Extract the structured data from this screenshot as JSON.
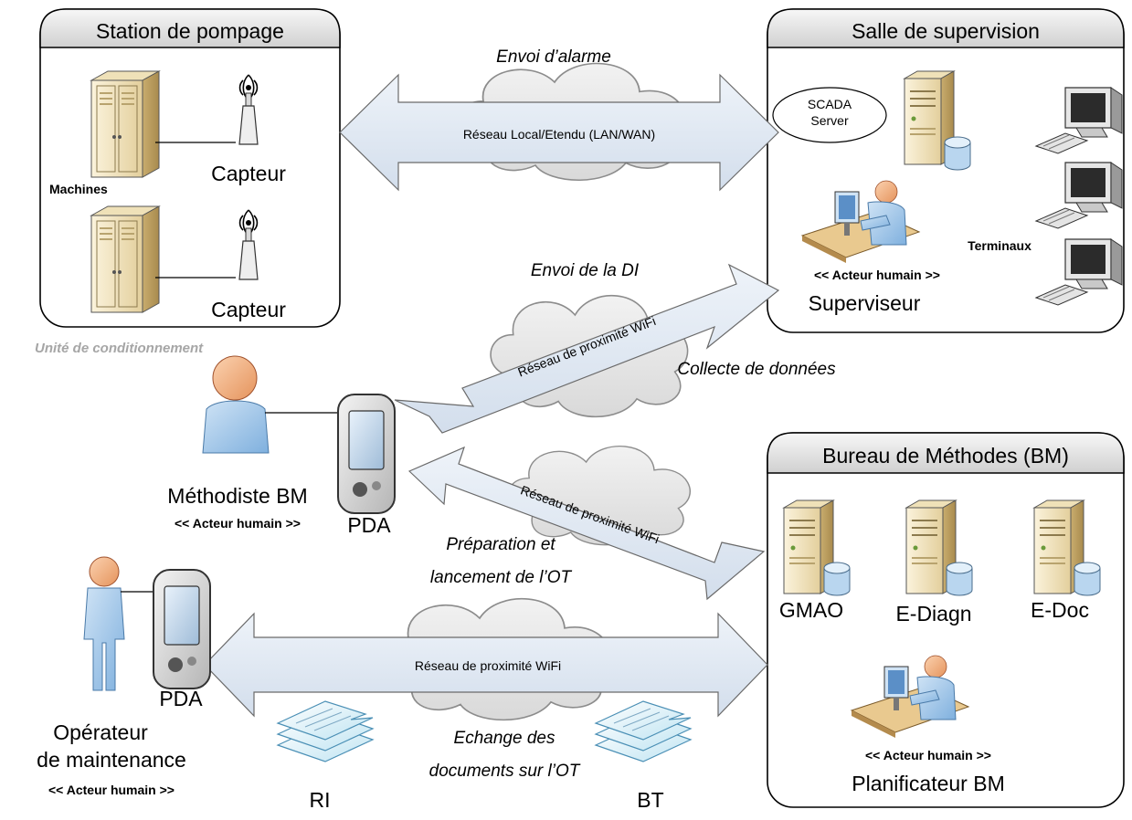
{
  "station": {
    "title": "Station de pompage",
    "machines_label": "Machines",
    "sensor_label_1": "Capteur",
    "sensor_label_2": "Capteur"
  },
  "supervision": {
    "title": "Salle de supervision",
    "scada_line1": "SCADA",
    "scada_line2": "Server",
    "actor_tag": "<< Acteur humain >>",
    "supervisor_label": "Superviseur",
    "terminals_label": "Terminaux"
  },
  "unit_label": "Unité de conditionnement",
  "methodiste": {
    "name": "Méthodiste BM",
    "actor_tag": "<< Acteur humain >>",
    "pda_label": "PDA"
  },
  "operateur": {
    "name_line1": "Opérateur",
    "name_line2": "de maintenance",
    "actor_tag": "<< Acteur humain >>",
    "pda_label": "PDA"
  },
  "bureau": {
    "title": "Bureau de Méthodes (BM)",
    "server1": "GMAO",
    "server2": "E-Diagn",
    "server3": "E-Doc",
    "actor_tag": "<< Acteur humain >>",
    "planner_label": "Planificateur BM"
  },
  "links": {
    "lan_label": "Réseau Local/Etendu (LAN/WAN)",
    "lan_caption": "Envoi d’alarme",
    "wifi1_label": "Réseau de proximité WiFi",
    "wifi1_caption_top": "Envoi de la DI",
    "wifi1_caption_bottom": "Collecte de données",
    "wifi2_label": "Réseau de proximité WiFi",
    "wifi2_caption_line1": "Préparation et",
    "wifi2_caption_line2": "lancement de l’OT",
    "wifi3_label": "Réseau de proximité WiFi",
    "wifi3_caption_line1": "Echange des",
    "wifi3_caption_line2": "documents sur l’OT"
  },
  "documents": {
    "doc1": "RI",
    "doc2": "BT"
  },
  "colors": {
    "arrow_fill": "#dde6f2",
    "panel_header": "#e4e4e4",
    "server_body": "#f3e6c4",
    "person_skin": "#f4b183",
    "person_body": "#9dc3e6",
    "cloud": "#e6e6e6"
  }
}
